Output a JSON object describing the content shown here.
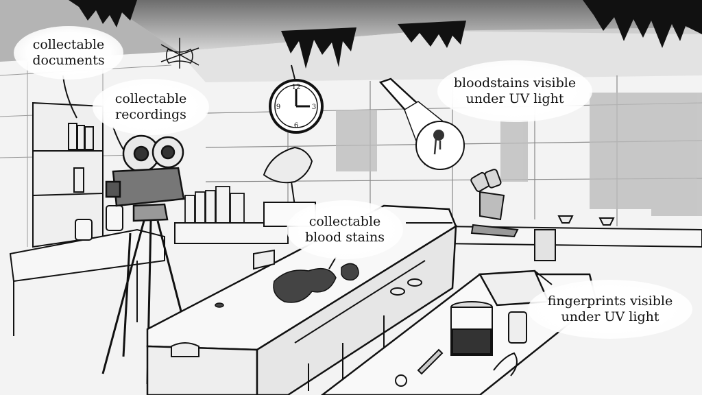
{
  "annotations": {
    "documents": [
      "collectable",
      "documents"
    ],
    "recordings": [
      "collectable",
      "recordings"
    ],
    "uv_bloodstains": [
      "bloodstains visible",
      "under UV light"
    ],
    "blood_stains": [
      "collectable",
      "blood stains"
    ],
    "uv_fingerprints": [
      "fingerprints visible",
      "under UV light"
    ]
  },
  "icons": {
    "clock": "wall-clock-icon",
    "camera": "film-camera-icon",
    "gramophone": "gramophone-icon",
    "microscope": "microscope-icon",
    "uv_lamp": "uv-flashlight-icon",
    "cobweb": "cobweb-icon"
  },
  "colors": {
    "ink": "#111111",
    "paper": "#f4f4f4",
    "shade": "#9a9a9a"
  }
}
